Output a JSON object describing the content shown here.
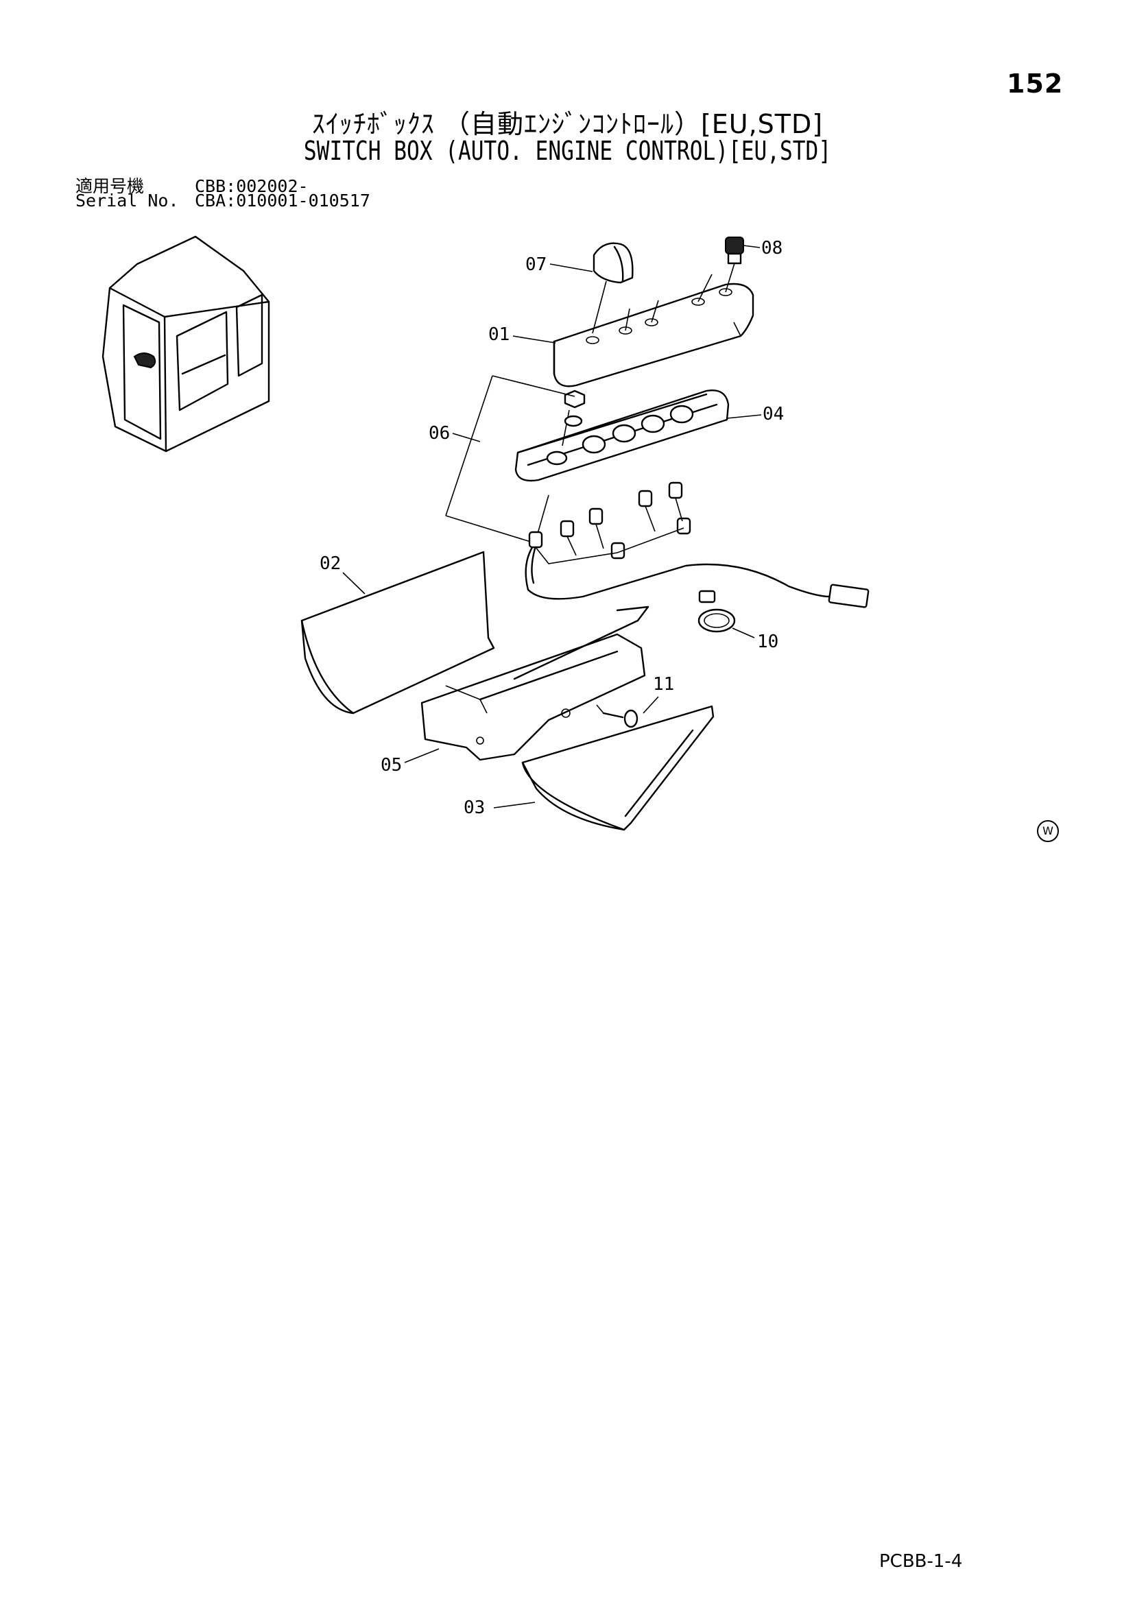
{
  "page_number": "152",
  "title_jp": "ｽｲｯﾁﾎﾞｯｸｽ （自動ｴﾝｼﾞﾝｺﾝﾄﾛｰﾙ）[EU,STD]",
  "title_en": "SWITCH BOX (AUTO. ENGINE CONTROL)[EU,STD]",
  "applicability": {
    "jp_label": "適用号機",
    "jp_value": "CBB:002002-",
    "en_label": "Serial No.",
    "en_value": "CBA:010001-010517"
  },
  "callouts": [
    "01",
    "02",
    "03",
    "04",
    "05",
    "06",
    "07",
    "08",
    "10",
    "11"
  ],
  "watermark": "W",
  "footer_code": "PCBB-1-4"
}
